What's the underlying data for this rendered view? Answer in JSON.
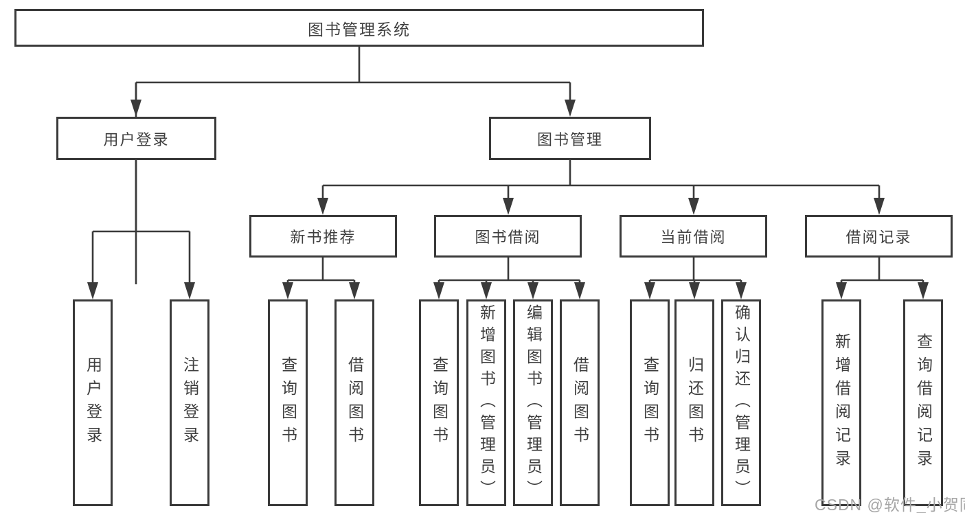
{
  "diagram": {
    "type": "hierarchy-tree",
    "root": {
      "label": "图书管理系统",
      "children": [
        {
          "label": "用户登录",
          "children": [
            {
              "label": "用户登录"
            },
            {
              "label": "注销登录"
            }
          ]
        },
        {
          "label": "图书管理",
          "children": [
            {
              "label": "新书推荐",
              "children": [
                {
                  "label": "查询图书"
                },
                {
                  "label": "借阅图书"
                }
              ]
            },
            {
              "label": "图书借阅",
              "children": [
                {
                  "label": "查询图书"
                },
                {
                  "label": "新增图书（管理员）"
                },
                {
                  "label": "编辑图书（管理员）"
                },
                {
                  "label": "借阅图书"
                }
              ]
            },
            {
              "label": "当前借阅",
              "children": [
                {
                  "label": "查询图书"
                },
                {
                  "label": "归还图书"
                },
                {
                  "label": "确认归还（管理员）"
                }
              ]
            },
            {
              "label": "借阅记录",
              "children": [
                {
                  "label": "新增借阅记录"
                },
                {
                  "label": "查询借阅记录"
                }
              ]
            }
          ]
        }
      ]
    }
  },
  "colors": {
    "line": "#3a3a3a",
    "box_border": "#3a3a3a",
    "box_background": "#ffffff",
    "text": "#3f3f3f",
    "watermark": "#a6a6a6",
    "page_background": "#ffffff"
  },
  "watermark": {
    "text": "CSDN @软件_小贺同学"
  }
}
